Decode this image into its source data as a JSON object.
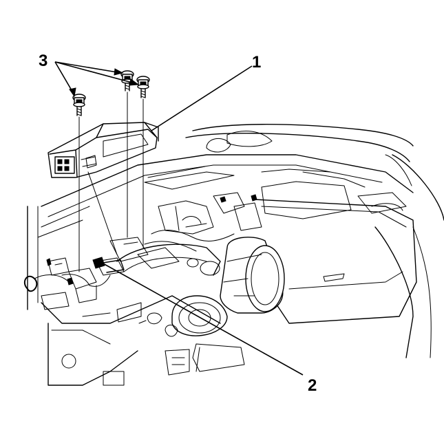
{
  "callouts": {
    "module": "1",
    "connector": "2",
    "bolts": "3"
  }
}
